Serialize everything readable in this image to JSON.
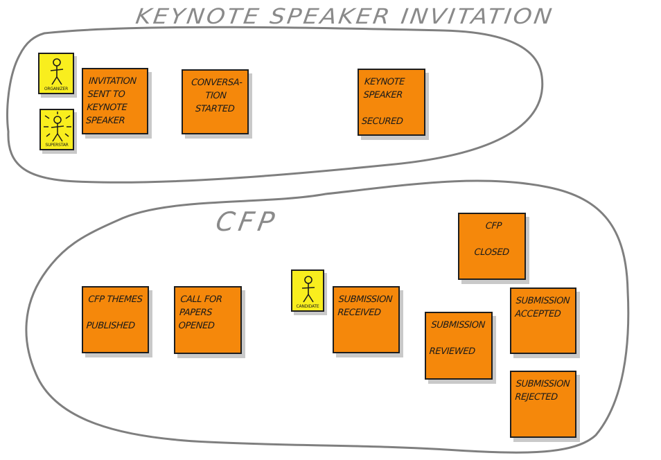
{
  "sections": {
    "keynote": {
      "title": "KEYNOTE SPEAKER INVITATION"
    },
    "cfp": {
      "title": "CFP"
    }
  },
  "actors": {
    "organizer": {
      "label": "ORGANIZER",
      "icon": "stick-figure-icon"
    },
    "superstar": {
      "label": "SUPERSTAR",
      "icon": "star-figure-icon"
    },
    "candidate": {
      "label": "CANDIDATE",
      "icon": "stick-figure-icon"
    }
  },
  "events": {
    "invitation_sent": "INVITATION\nSENT TO\nKEYNOTE\nSPEAKER",
    "conversation_started": "CONVERSA-\nTION\nSTARTED",
    "keynote_secured": "KEYNOTE\nSPEAKER\n\nSECURED",
    "cfp_themes_published": "CFP THEMES\n\nPUBLISHED",
    "call_for_papers_opened": "CALL FOR\nPAPERS\nOPENED",
    "submission_received": "SUBMISSION\nRECEIVED",
    "submission_reviewed": "SUBMISSION\n\nREVIEWED",
    "cfp_closed": "CFP\n\nCLOSED",
    "submission_accepted": "SUBMISSION\nACCEPTED",
    "submission_rejected": "SUBMISSION\nREJECTED"
  },
  "colors": {
    "event": "#f5880b",
    "actor": "#f9ee1e",
    "outline": "#7f7f7f",
    "shadow": "#c9c9c9"
  }
}
